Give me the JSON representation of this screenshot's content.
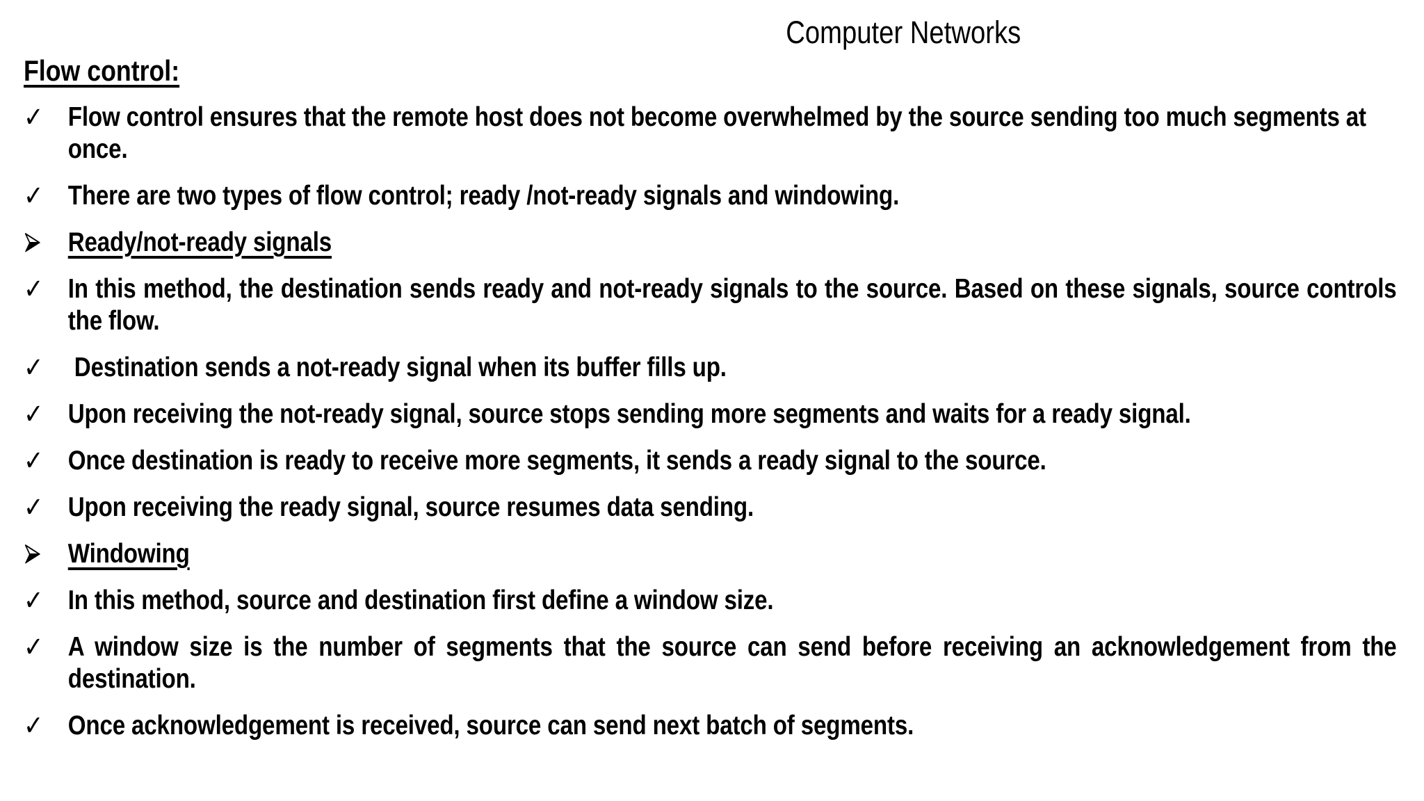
{
  "page": {
    "title": "Computer Networks",
    "heading": "Flow control:"
  },
  "icons": {
    "check": "✓",
    "arrow": "➢"
  },
  "colors": {
    "text": "#000000",
    "background": "#ffffff"
  },
  "bullets": [
    {
      "type": "check",
      "style": "normal",
      "text": "Flow control ensures that the remote host does not become overwhelmed by the source sending too much segments at once."
    },
    {
      "type": "check",
      "style": "normal",
      "text": "There are two types of flow control; ready /not-ready signals and windowing."
    },
    {
      "type": "arrow",
      "style": "subheading",
      "text": "Ready/not-ready signals"
    },
    {
      "type": "check",
      "style": "justify",
      "text": "In this method, the destination sends ready and not-ready signals to the source. Based on these signals, source controls the flow."
    },
    {
      "type": "check",
      "style": "normal",
      "text": " Destination sends a not-ready signal when its buffer fills up."
    },
    {
      "type": "check",
      "style": "normal",
      "text": "Upon receiving the not-ready signal, source stops sending more segments and waits for a ready signal."
    },
    {
      "type": "check",
      "style": "normal",
      "text": "Once destination is ready to receive more segments, it sends a ready signal to the source."
    },
    {
      "type": "check",
      "style": "normal",
      "text": "Upon receiving the ready signal, source resumes data sending."
    },
    {
      "type": "arrow",
      "style": "subheading",
      "text": "Windowing"
    },
    {
      "type": "check",
      "style": "normal",
      "text": "In this method, source and destination first define a window size."
    },
    {
      "type": "check",
      "style": "justify",
      "text": "A window size is the number of segments that the source can send before receiving an acknowledgement from the destination."
    },
    {
      "type": "check",
      "style": "normal",
      "text": "Once acknowledgement is received, source can send next batch of segments."
    }
  ]
}
